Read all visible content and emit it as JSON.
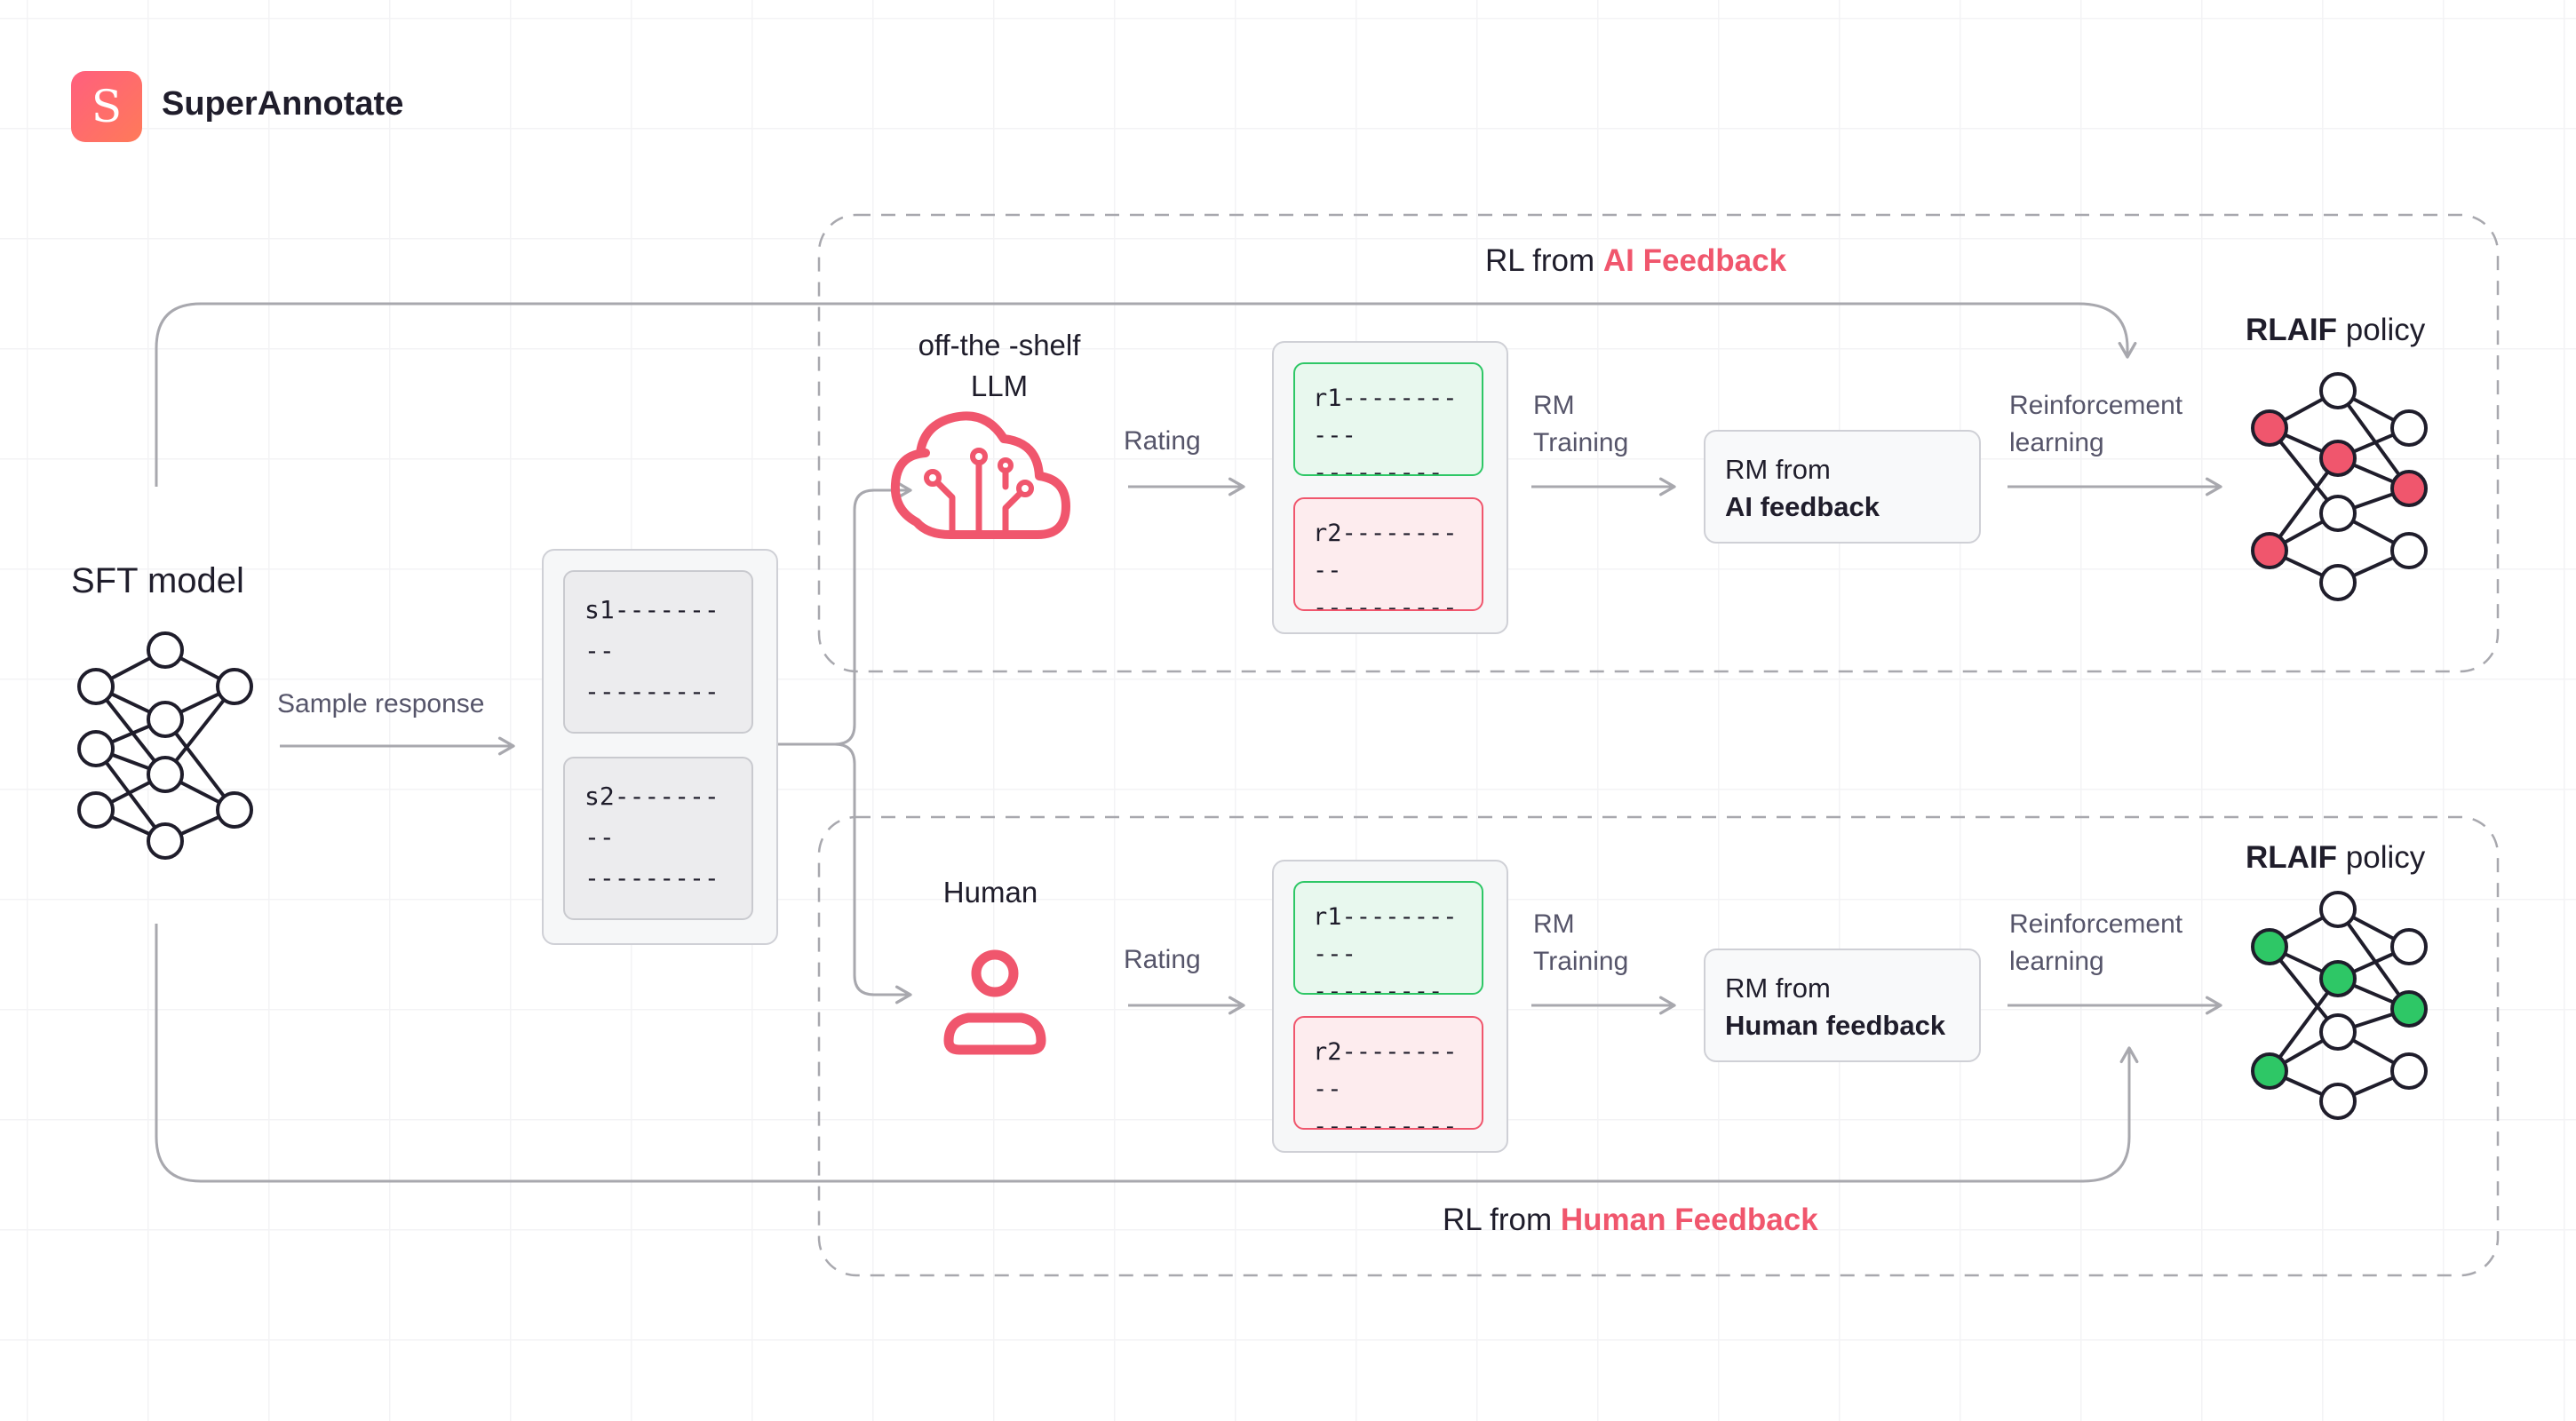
{
  "brand": {
    "name": "SuperAnnotate",
    "logo_letter": "S"
  },
  "colors": {
    "accent": "#f0566d",
    "green": "#2ec766",
    "line": "#a8a8ae",
    "dark": "#1f1d2b"
  },
  "sft": {
    "title": "SFT model",
    "sample_label": "Sample response"
  },
  "samples": {
    "s1": [
      "s1---------",
      "-----------",
      "-----------"
    ],
    "s2": [
      "s2---------",
      "-----------",
      "-----------"
    ]
  },
  "ai": {
    "section_prefix": "RL from ",
    "section_accent": "AI Feedback",
    "rater_title": [
      "off-the -shelf",
      "LLM"
    ],
    "rater_icon": "brain-cloud-icon",
    "rating_label": "Rating",
    "r1": [
      "r1-----------",
      "---------"
    ],
    "r2": [
      "r2----------",
      "----------"
    ],
    "rm_training": [
      "RM",
      "Training"
    ],
    "rm_box": [
      "RM from",
      "AI feedback"
    ],
    "rl_label": [
      "Reinforcement",
      "learning"
    ],
    "policy_bold": "RLAIF",
    "policy_rest": " policy",
    "policy_icon": "neural-network-red-icon"
  },
  "human": {
    "section_prefix": "RL from ",
    "section_accent": "Human Feedback",
    "rater_title": "Human",
    "rater_icon": "person-icon",
    "rating_label": "Rating",
    "r1": [
      "r1-----------",
      "---------"
    ],
    "r2": [
      "r2----------",
      "----------"
    ],
    "rm_training": [
      "RM",
      "Training"
    ],
    "rm_box": [
      "RM from",
      "Human feedback"
    ],
    "rl_label": [
      "Reinforcement",
      "learning"
    ],
    "policy_bold": "RLAIF",
    "policy_rest": " policy",
    "policy_icon": "neural-network-green-icon"
  }
}
